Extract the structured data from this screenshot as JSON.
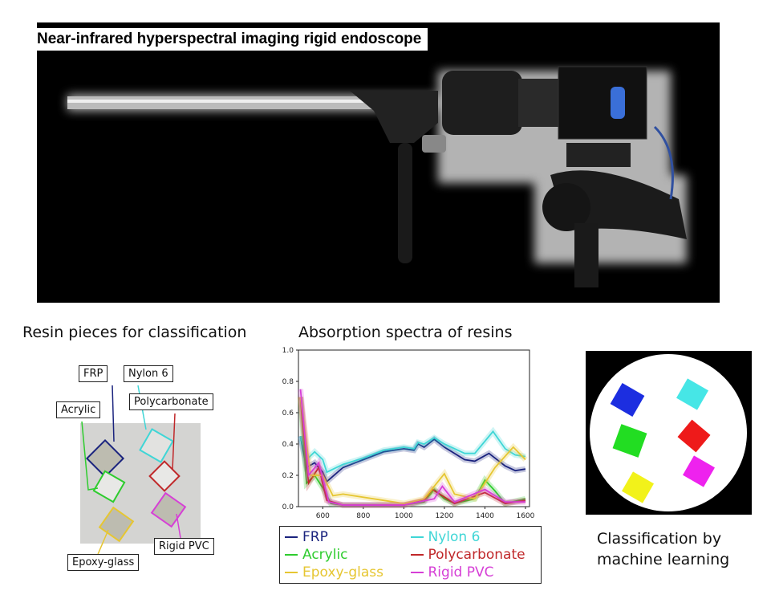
{
  "photo": {
    "title": "Near-infrared hyperspectral imaging rigid endoscope"
  },
  "resin_panel": {
    "caption": "Resin pieces for classification",
    "labels": [
      "FRP",
      "Nylon 6",
      "Acrylic",
      "Polycarbonate",
      "Rigid PVC",
      "Epoxy-glass"
    ]
  },
  "classification": {
    "caption_line1": "Classification by",
    "caption_line2": "machine learning"
  },
  "colors": {
    "FRP": "#1a237e",
    "Nylon 6": "#3fd6d6",
    "Acrylic": "#2ecc2e",
    "Polycarbonate": "#c0282a",
    "Epoxy-glass": "#e6c632",
    "Rigid PVC": "#d63fd6"
  },
  "chart_data": {
    "type": "line",
    "title": "Absorption spectra of resins",
    "xlabel": "",
    "ylabel": "",
    "xlim": [
      480,
      1620
    ],
    "ylim": [
      0,
      1.0
    ],
    "xticks": [
      600,
      800,
      1000,
      1200,
      1400,
      1600
    ],
    "yticks": [
      0.0,
      0.2,
      0.4,
      0.6,
      0.8,
      1.0
    ],
    "legend_position": "bottom",
    "series": [
      {
        "name": "FRP",
        "color": "#1a237e",
        "x": [
          490,
          520,
          560,
          600,
          620,
          700,
          800,
          900,
          1000,
          1050,
          1070,
          1100,
          1150,
          1200,
          1300,
          1350,
          1420,
          1500,
          1550,
          1600
        ],
        "y": [
          0.45,
          0.25,
          0.28,
          0.22,
          0.16,
          0.25,
          0.3,
          0.35,
          0.37,
          0.36,
          0.4,
          0.38,
          0.43,
          0.38,
          0.3,
          0.29,
          0.34,
          0.26,
          0.23,
          0.24
        ]
      },
      {
        "name": "Nylon 6",
        "color": "#3fd6d6",
        "x": [
          490,
          520,
          560,
          600,
          620,
          700,
          800,
          900,
          1000,
          1050,
          1070,
          1100,
          1150,
          1200,
          1300,
          1350,
          1440,
          1500,
          1550,
          1600
        ],
        "y": [
          0.45,
          0.3,
          0.35,
          0.3,
          0.22,
          0.27,
          0.31,
          0.36,
          0.38,
          0.37,
          0.41,
          0.4,
          0.44,
          0.4,
          0.34,
          0.34,
          0.48,
          0.37,
          0.33,
          0.32
        ]
      },
      {
        "name": "Acrylic",
        "color": "#2ecc2e",
        "x": [
          490,
          520,
          560,
          600,
          640,
          700,
          1000,
          1100,
          1150,
          1200,
          1250,
          1350,
          1400,
          1450,
          1500,
          1600
        ],
        "y": [
          0.7,
          0.15,
          0.2,
          0.12,
          0.02,
          0.01,
          0.01,
          0.03,
          0.11,
          0.05,
          0.02,
          0.05,
          0.17,
          0.1,
          0.02,
          0.05
        ]
      },
      {
        "name": "Polycarbonate",
        "color": "#c0282a",
        "x": [
          490,
          530,
          580,
          620,
          700,
          1000,
          1100,
          1140,
          1190,
          1250,
          1400,
          1500,
          1600
        ],
        "y": [
          0.7,
          0.15,
          0.25,
          0.04,
          0.01,
          0.01,
          0.04,
          0.11,
          0.07,
          0.02,
          0.09,
          0.02,
          0.04
        ]
      },
      {
        "name": "Epoxy-glass",
        "color": "#e6c632",
        "x": [
          490,
          540,
          600,
          650,
          700,
          900,
          1000,
          1100,
          1200,
          1250,
          1350,
          1450,
          1540,
          1600
        ],
        "y": [
          0.7,
          0.2,
          0.2,
          0.07,
          0.08,
          0.04,
          0.02,
          0.05,
          0.21,
          0.08,
          0.05,
          0.25,
          0.38,
          0.3
        ]
      },
      {
        "name": "Rigid PVC",
        "color": "#d63fd6",
        "x": [
          490,
          530,
          580,
          630,
          700,
          1000,
          1150,
          1190,
          1250,
          1400,
          1500,
          1600
        ],
        "y": [
          0.75,
          0.2,
          0.28,
          0.03,
          0.01,
          0.01,
          0.05,
          0.13,
          0.03,
          0.11,
          0.03,
          0.03
        ]
      }
    ]
  }
}
